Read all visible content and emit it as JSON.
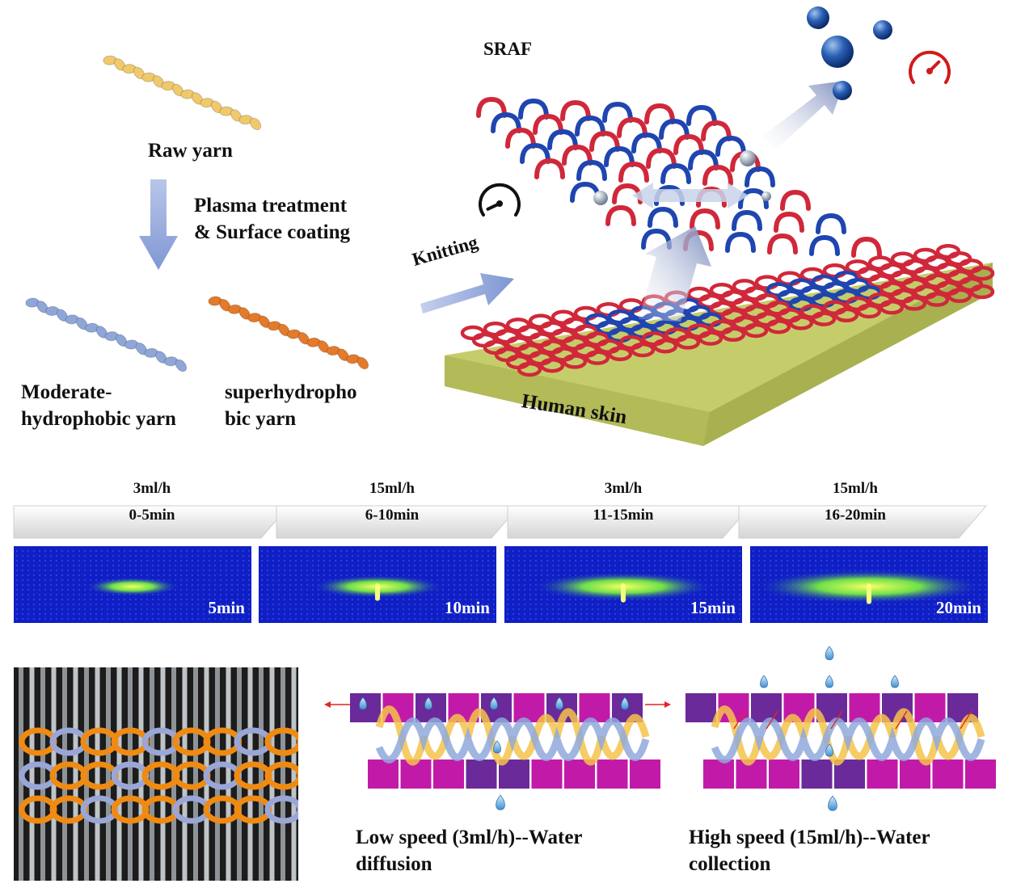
{
  "top_left": {
    "raw_yarn": "Raw yarn",
    "treatment_line1": "Plasma treatment",
    "treatment_line2": "& Surface coating",
    "moderate_line1": "Moderate-",
    "moderate_line2": "hydrophobic yarn",
    "super_line1": "superhydropho",
    "super_line2": "bic yarn"
  },
  "top_right": {
    "sraf": "SRAF",
    "knitting": "Knitting",
    "skin": "Human skin"
  },
  "timeline": [
    {
      "rate": "3ml/h",
      "time": "0-5min"
    },
    {
      "rate": "15ml/h",
      "time": "6-10min"
    },
    {
      "rate": "3ml/h",
      "time": "11-15min"
    },
    {
      "rate": "15ml/h",
      "time": "16-20min"
    }
  ],
  "thermal": [
    {
      "label": "5min",
      "spread": 0.25
    },
    {
      "label": "10min",
      "spread": 0.45
    },
    {
      "label": "15min",
      "spread": 0.7
    },
    {
      "label": "20min",
      "spread": 0.95
    }
  ],
  "bottom": {
    "low_line1": "Low speed (3ml/h)--Water",
    "low_line2": "diffusion",
    "high_line1": "High speed (15ml/h)--Water",
    "high_line2": "collection"
  },
  "colors": {
    "raw_yarn": "#f0c96a",
    "moderate_yarn": "#8fa6d9",
    "super_yarn": "#e57a2a",
    "red_loop": "#d0283a",
    "blue_loop": "#1f45b0",
    "skin": "#c5cd6a",
    "thermal_bg": "#0f1fc4",
    "magenta": "#c21aa8",
    "purple": "#6a2a9a"
  }
}
